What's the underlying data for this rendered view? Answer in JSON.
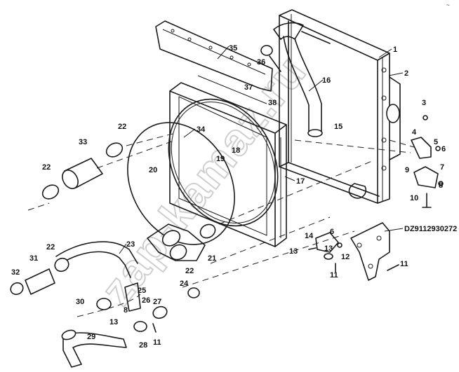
{
  "part_number": "DZ9112930272",
  "watermark": "zap-kamaz.ru",
  "corner_mark": "~",
  "callouts": [
    {
      "id": "c1",
      "text": "1"
    },
    {
      "id": "c2",
      "text": "2"
    },
    {
      "id": "c3",
      "text": "3"
    },
    {
      "id": "c4",
      "text": "4"
    },
    {
      "id": "c5",
      "text": "5"
    },
    {
      "id": "c6a",
      "text": "6"
    },
    {
      "id": "c7",
      "text": "7"
    },
    {
      "id": "c8a",
      "text": "8"
    },
    {
      "id": "c9",
      "text": "9"
    },
    {
      "id": "c10",
      "text": "10"
    },
    {
      "id": "c11a",
      "text": "11"
    },
    {
      "id": "c13a",
      "text": "13"
    },
    {
      "id": "c14",
      "text": "14"
    },
    {
      "id": "c6b",
      "text": "6"
    },
    {
      "id": "c13b",
      "text": "13"
    },
    {
      "id": "c12",
      "text": "12"
    },
    {
      "id": "c11b",
      "text": "11"
    },
    {
      "id": "c15",
      "text": "15"
    },
    {
      "id": "c16",
      "text": "16"
    },
    {
      "id": "c17",
      "text": "17"
    },
    {
      "id": "c18",
      "text": "18"
    },
    {
      "id": "c19",
      "text": "19"
    },
    {
      "id": "c20",
      "text": "20"
    },
    {
      "id": "c21",
      "text": "21"
    },
    {
      "id": "c22a",
      "text": "22"
    },
    {
      "id": "c22b",
      "text": "22"
    },
    {
      "id": "c22c",
      "text": "22"
    },
    {
      "id": "c22d",
      "text": "22"
    },
    {
      "id": "c23",
      "text": "23"
    },
    {
      "id": "c24",
      "text": "24"
    },
    {
      "id": "c25",
      "text": "25"
    },
    {
      "id": "c26",
      "text": "26"
    },
    {
      "id": "c27",
      "text": "27"
    },
    {
      "id": "c28",
      "text": "28"
    },
    {
      "id": "c29",
      "text": "29"
    },
    {
      "id": "c30",
      "text": "30"
    },
    {
      "id": "c31",
      "text": "31"
    },
    {
      "id": "c32",
      "text": "32"
    },
    {
      "id": "c33",
      "text": "33"
    },
    {
      "id": "c34",
      "text": "34"
    },
    {
      "id": "c35",
      "text": "35"
    },
    {
      "id": "c36",
      "text": "36"
    },
    {
      "id": "c37",
      "text": "37"
    },
    {
      "id": "c38",
      "text": "38"
    },
    {
      "id": "c8b",
      "text": "8"
    },
    {
      "id": "c13c",
      "text": "13"
    },
    {
      "id": "c11c",
      "text": "11"
    }
  ]
}
